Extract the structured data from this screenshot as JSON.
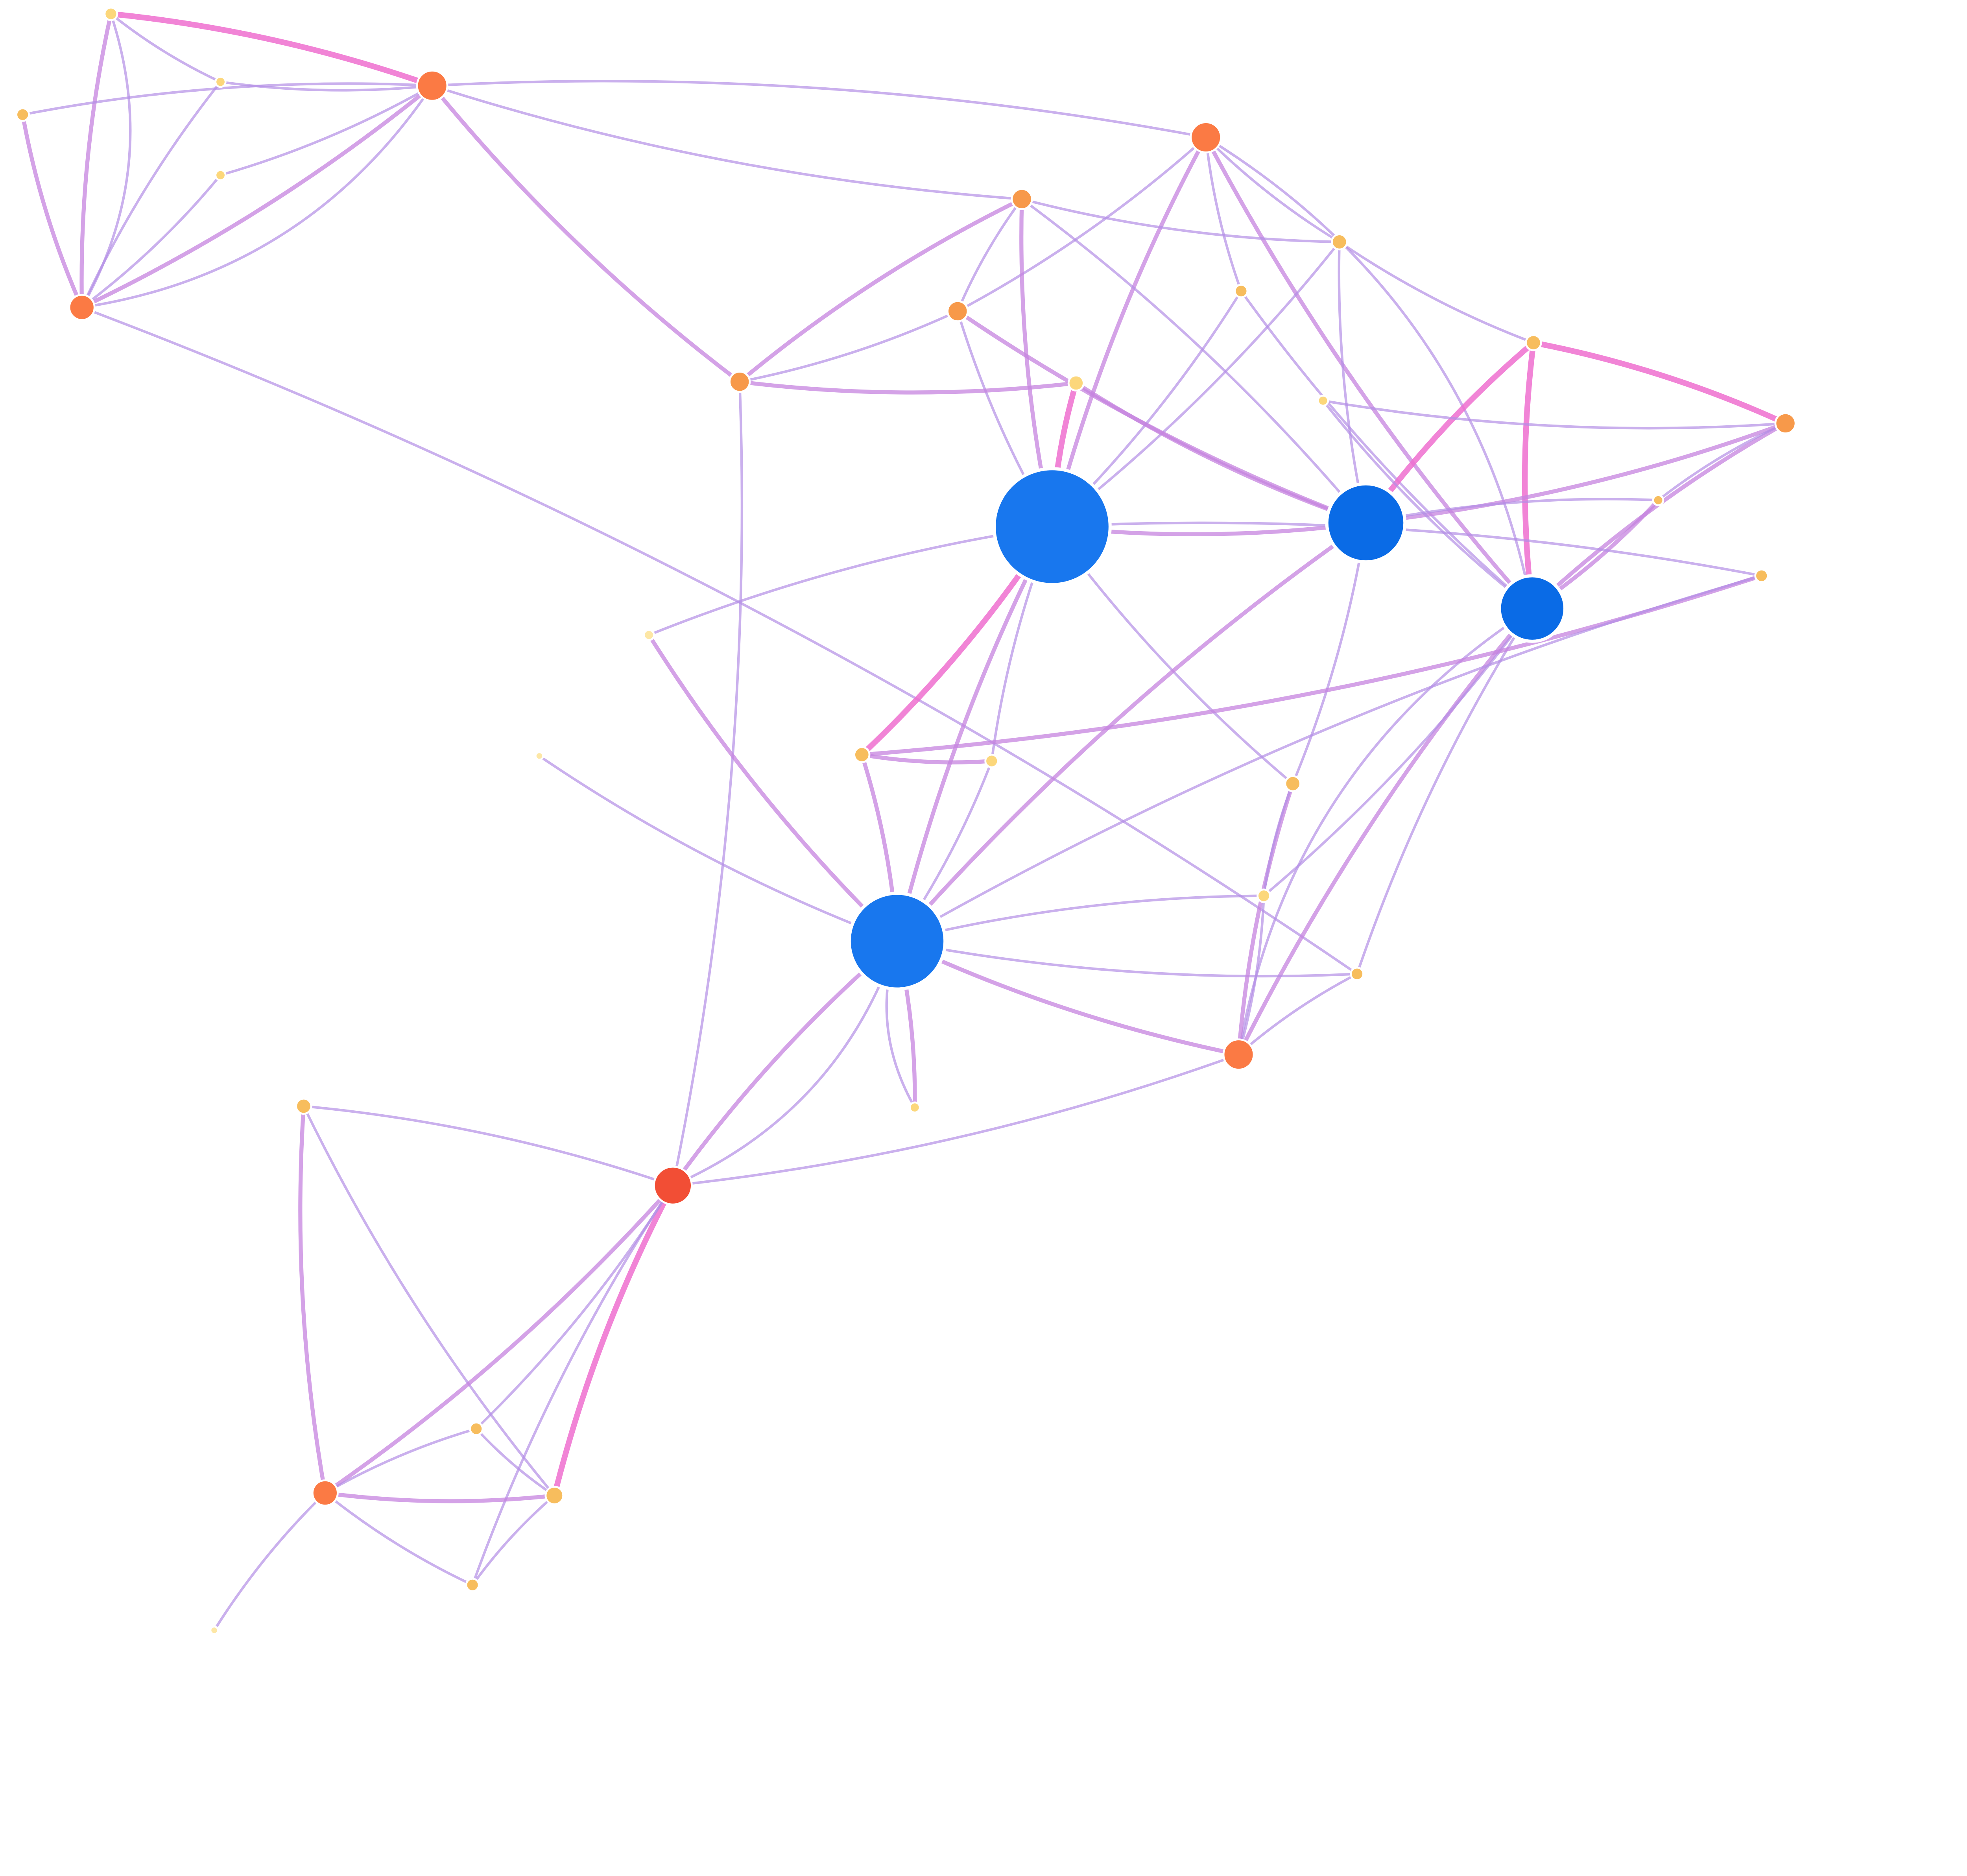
{
  "graph": {
    "colors": {
      "hub": "#0a6be6",
      "hub_light": "#1877ee",
      "node_red": "#f24e35",
      "node_orange": "#fb7a44",
      "node_orange2": "#f7994a",
      "node_yellow": "#f7bd5d",
      "node_yellow_light": "#fcd77b",
      "node_pale": "#fde7a6",
      "edge_light": "#b48ee6",
      "edge_mid": "#c583df",
      "edge_strong": "#ef6fcf"
    },
    "nodes": [
      {
        "id": "n1",
        "color": "node_yellow_light"
      },
      {
        "id": "n2",
        "color": "node_orange"
      },
      {
        "id": "n3",
        "color": "node_yellow_light"
      },
      {
        "id": "n4",
        "color": "node_yellow"
      },
      {
        "id": "n5",
        "color": "node_yellow_light"
      },
      {
        "id": "n6",
        "color": "node_orange"
      },
      {
        "id": "n7",
        "color": "node_orange"
      },
      {
        "id": "n8",
        "color": "node_orange2"
      },
      {
        "id": "n9",
        "color": "node_yellow"
      },
      {
        "id": "n10",
        "color": "node_orange2"
      },
      {
        "id": "n11",
        "color": "node_yellow"
      },
      {
        "id": "n12",
        "color": "node_orange2"
      },
      {
        "id": "n13",
        "color": "node_yellow_light"
      },
      {
        "id": "n14",
        "color": "node_yellow"
      },
      {
        "id": "n15",
        "color": "node_orange2"
      },
      {
        "id": "hub1",
        "color": "hub_light"
      },
      {
        "id": "hub2",
        "color": "hub"
      },
      {
        "id": "hub3",
        "color": "hub"
      },
      {
        "id": "n16",
        "color": "node_yellow_light"
      },
      {
        "id": "n17",
        "color": "node_yellow"
      },
      {
        "id": "n18",
        "color": "node_pale"
      },
      {
        "id": "n19",
        "color": "node_yellow"
      },
      {
        "id": "n20",
        "color": "node_yellow_light"
      },
      {
        "id": "n21",
        "color": "node_yellow"
      },
      {
        "id": "n22",
        "color": "node_pale"
      },
      {
        "id": "n23",
        "color": "node_yellow"
      },
      {
        "id": "hub4",
        "color": "hub_light"
      },
      {
        "id": "n24",
        "color": "node_yellow_light"
      },
      {
        "id": "n25",
        "color": "node_yellow"
      },
      {
        "id": "n26",
        "color": "node_orange"
      },
      {
        "id": "n27",
        "color": "node_yellow_light"
      },
      {
        "id": "n28",
        "color": "node_yellow"
      },
      {
        "id": "n29",
        "color": "node_red"
      },
      {
        "id": "n30",
        "color": "node_yellow"
      },
      {
        "id": "n31",
        "color": "node_orange"
      },
      {
        "id": "n32",
        "color": "node_yellow"
      },
      {
        "id": "n33",
        "color": "node_yellow"
      },
      {
        "id": "n34",
        "color": "node_pale"
      }
    ],
    "edges": [
      {
        "from": "n1",
        "to": "n2",
        "weight": 3
      },
      {
        "from": "n1",
        "to": "n3",
        "weight": 1
      },
      {
        "from": "n1",
        "to": "n6",
        "weight": 2
      },
      {
        "from": "n1",
        "to": "n6",
        "weight": 1
      },
      {
        "from": "n3",
        "to": "n6",
        "weight": 1
      },
      {
        "from": "n3",
        "to": "n2",
        "weight": 1
      },
      {
        "from": "n4",
        "to": "n2",
        "weight": 1
      },
      {
        "from": "n4",
        "to": "n6",
        "weight": 2
      },
      {
        "from": "n5",
        "to": "n2",
        "weight": 1
      },
      {
        "from": "n5",
        "to": "n6",
        "weight": 1
      },
      {
        "from": "n6",
        "to": "n2",
        "weight": 2
      },
      {
        "from": "n6",
        "to": "n2",
        "weight": 1
      },
      {
        "from": "n2",
        "to": "n7",
        "weight": 1
      },
      {
        "from": "n2",
        "to": "n8",
        "weight": 1
      },
      {
        "from": "n2",
        "to": "n12",
        "weight": 2
      },
      {
        "from": "n6",
        "to": "n28",
        "weight": 1
      },
      {
        "from": "n7",
        "to": "hub1",
        "weight": 2
      },
      {
        "from": "n7",
        "to": "hub3",
        "weight": 2
      },
      {
        "from": "n7",
        "to": "hub3",
        "weight": 1
      },
      {
        "from": "n7",
        "to": "n9",
        "weight": 1
      },
      {
        "from": "n7",
        "to": "n11",
        "weight": 1
      },
      {
        "from": "n7",
        "to": "n10",
        "weight": 1
      },
      {
        "from": "n8",
        "to": "n12",
        "weight": 2
      },
      {
        "from": "n8",
        "to": "hub1",
        "weight": 2
      },
      {
        "from": "n8",
        "to": "hub2",
        "weight": 1
      },
      {
        "from": "n8",
        "to": "n10",
        "weight": 1
      },
      {
        "from": "n8",
        "to": "n9",
        "weight": 1
      },
      {
        "from": "n9",
        "to": "hub1",
        "weight": 1
      },
      {
        "from": "n9",
        "to": "hub2",
        "weight": 1
      },
      {
        "from": "n9",
        "to": "n14",
        "weight": 1
      },
      {
        "from": "n10",
        "to": "n12",
        "weight": 1
      },
      {
        "from": "n10",
        "to": "hub1",
        "weight": 1
      },
      {
        "from": "n10",
        "to": "hub2",
        "weight": 2
      },
      {
        "from": "n11",
        "to": "hub1",
        "weight": 1
      },
      {
        "from": "n11",
        "to": "hub3",
        "weight": 1
      },
      {
        "from": "n12",
        "to": "n13",
        "weight": 2
      },
      {
        "from": "n12",
        "to": "n29",
        "weight": 1
      },
      {
        "from": "n13",
        "to": "hub1",
        "weight": 3
      },
      {
        "from": "n13",
        "to": "hub2",
        "weight": 2
      },
      {
        "from": "n14",
        "to": "n15",
        "weight": 3
      },
      {
        "from": "n14",
        "to": "hub2",
        "weight": 3
      },
      {
        "from": "n14",
        "to": "hub3",
        "weight": 3
      },
      {
        "from": "n15",
        "to": "hub2",
        "weight": 2
      },
      {
        "from": "n15",
        "to": "hub3",
        "weight": 2
      },
      {
        "from": "n15",
        "to": "n17",
        "weight": 1
      },
      {
        "from": "n15",
        "to": "n16",
        "weight": 1
      },
      {
        "from": "n16",
        "to": "hub3",
        "weight": 1
      },
      {
        "from": "n17",
        "to": "hub2",
        "weight": 1
      },
      {
        "from": "n17",
        "to": "hub3",
        "weight": 2
      },
      {
        "from": "hub1",
        "to": "hub2",
        "weight": 2
      },
      {
        "from": "hub1",
        "to": "n18",
        "weight": 1
      },
      {
        "from": "hub1",
        "to": "n19",
        "weight": 3
      },
      {
        "from": "hub1",
        "to": "n20",
        "weight": 1
      },
      {
        "from": "hub1",
        "to": "hub4",
        "weight": 2
      },
      {
        "from": "hub1",
        "to": "n21",
        "weight": 1
      },
      {
        "from": "hub1",
        "to": "n25",
        "weight": 1
      },
      {
        "from": "hub2",
        "to": "hub4",
        "weight": 2
      },
      {
        "from": "hub2",
        "to": "n25",
        "weight": 1
      },
      {
        "from": "hub3",
        "to": "n26",
        "weight": 2
      },
      {
        "from": "hub3",
        "to": "n26",
        "weight": 1
      },
      {
        "from": "hub3",
        "to": "n27",
        "weight": 1
      },
      {
        "from": "hub3",
        "to": "n28",
        "weight": 1
      },
      {
        "from": "n18",
        "to": "hub4",
        "weight": 2
      },
      {
        "from": "n19",
        "to": "hub4",
        "weight": 2
      },
      {
        "from": "n19",
        "to": "n20",
        "weight": 2
      },
      {
        "from": "n19",
        "to": "n21",
        "weight": 2
      },
      {
        "from": "n20",
        "to": "hub4",
        "weight": 1
      },
      {
        "from": "n21",
        "to": "hub4",
        "weight": 1
      },
      {
        "from": "n22",
        "to": "hub4",
        "weight": 1
      },
      {
        "from": "hub4",
        "to": "n24",
        "weight": 2
      },
      {
        "from": "hub4",
        "to": "n24",
        "weight": 1
      },
      {
        "from": "hub4",
        "to": "n26",
        "weight": 2
      },
      {
        "from": "hub4",
        "to": "n27",
        "weight": 1
      },
      {
        "from": "hub4",
        "to": "n28",
        "weight": 1
      },
      {
        "from": "hub4",
        "to": "n29",
        "weight": 2
      },
      {
        "from": "hub4",
        "to": "n29",
        "weight": 1
      },
      {
        "from": "n25",
        "to": "n26",
        "weight": 2
      },
      {
        "from": "n25",
        "to": "n27",
        "weight": 1
      },
      {
        "from": "n27",
        "to": "n26",
        "weight": 1
      },
      {
        "from": "n28",
        "to": "n26",
        "weight": 1
      },
      {
        "from": "n29",
        "to": "n26",
        "weight": 1
      },
      {
        "from": "n23",
        "to": "n29",
        "weight": 1
      },
      {
        "from": "n23",
        "to": "n31",
        "weight": 2
      },
      {
        "from": "n23",
        "to": "n33",
        "weight": 1
      },
      {
        "from": "n29",
        "to": "n31",
        "weight": 2
      },
      {
        "from": "n29",
        "to": "n33",
        "weight": 3
      },
      {
        "from": "n29",
        "to": "n32",
        "weight": 1
      },
      {
        "from": "n29",
        "to": "n30",
        "weight": 1
      },
      {
        "from": "n31",
        "to": "n33",
        "weight": 2
      },
      {
        "from": "n31",
        "to": "n32",
        "weight": 1
      },
      {
        "from": "n31",
        "to": "n30",
        "weight": 1
      },
      {
        "from": "n30",
        "to": "n33",
        "weight": 1
      },
      {
        "from": "n31",
        "to": "n34",
        "weight": 1
      },
      {
        "from": "n32",
        "to": "n33",
        "weight": 1
      }
    ]
  }
}
